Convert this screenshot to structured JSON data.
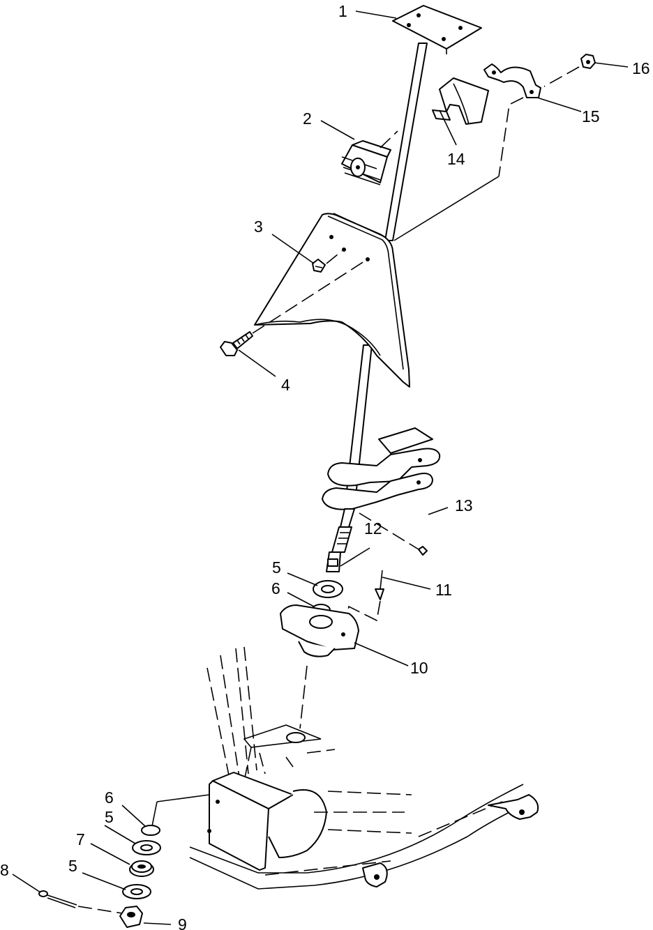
{
  "labels": {
    "l1": "1",
    "l2": "2",
    "l3": "3",
    "l4": "4",
    "l5a": "5",
    "l5b": "5",
    "l5c": "5",
    "l6a": "6",
    "l6b": "6",
    "l7": "7",
    "l8": "8",
    "l9": "9",
    "l10": "10",
    "l11": "11",
    "l12": "12",
    "l13": "13",
    "l14": "14",
    "l15": "15",
    "l16": "16"
  }
}
